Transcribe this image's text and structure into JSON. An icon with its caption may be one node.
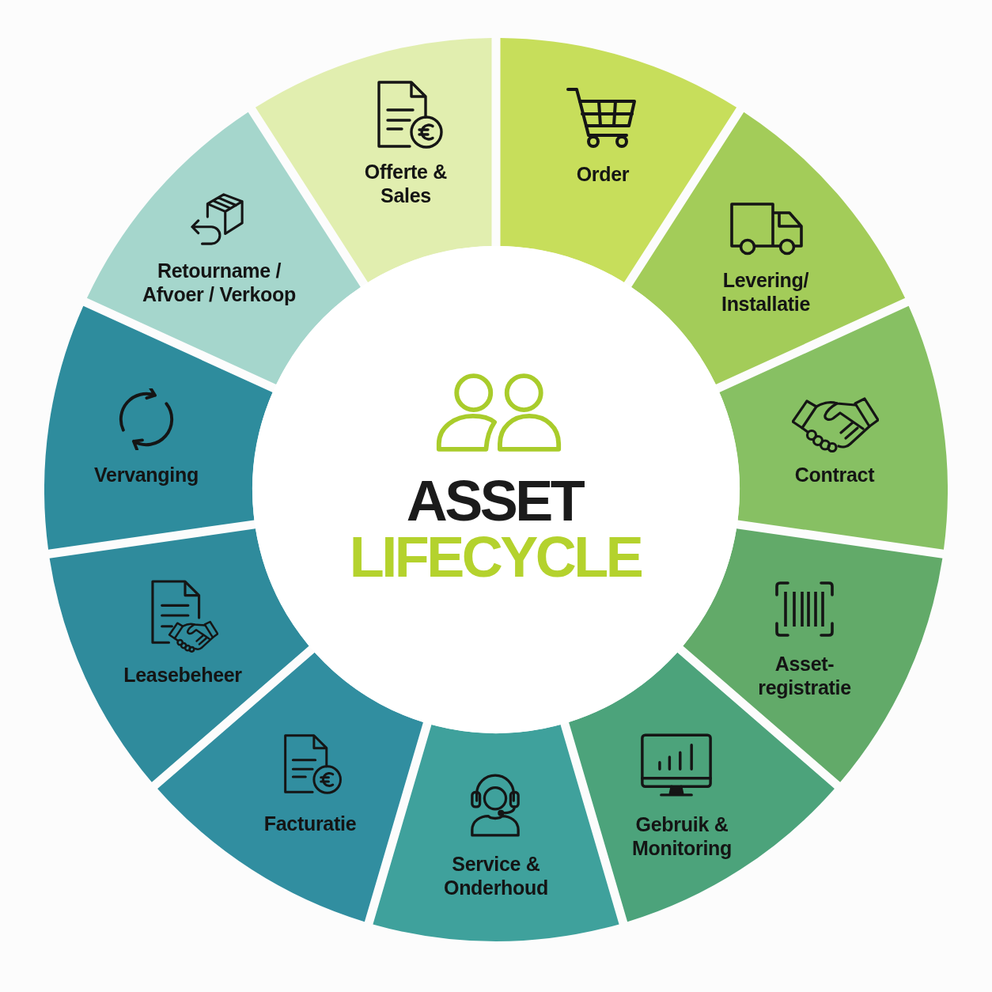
{
  "diagram": {
    "nodes": [
      {
        "text": [
          "ASSET",
          "LIFECYCLE"
        ]
      },
      {
        "text": [
          "Offerte & Sales"
        ]
      },
      {
        "text": [
          "Order"
        ]
      },
      {
        "text": [
          "Levering/ Installatie"
        ]
      },
      {
        "text": [
          "Contract"
        ]
      },
      {
        "text": [
          "Asset-registratie"
        ]
      },
      {
        "text": [
          "Gebruik & Monitoring"
        ]
      },
      {
        "text": [
          "Service & Onderhoud"
        ]
      },
      {
        "text": [
          "Facturatie"
        ]
      },
      {
        "text": [
          "Leasebeheer"
        ]
      },
      {
        "text": [
          "Vervanging"
        ]
      },
      {
        "text": [
          "Retourname / Afvoer / Verkoop"
        ]
      }
    ]
  }
}
